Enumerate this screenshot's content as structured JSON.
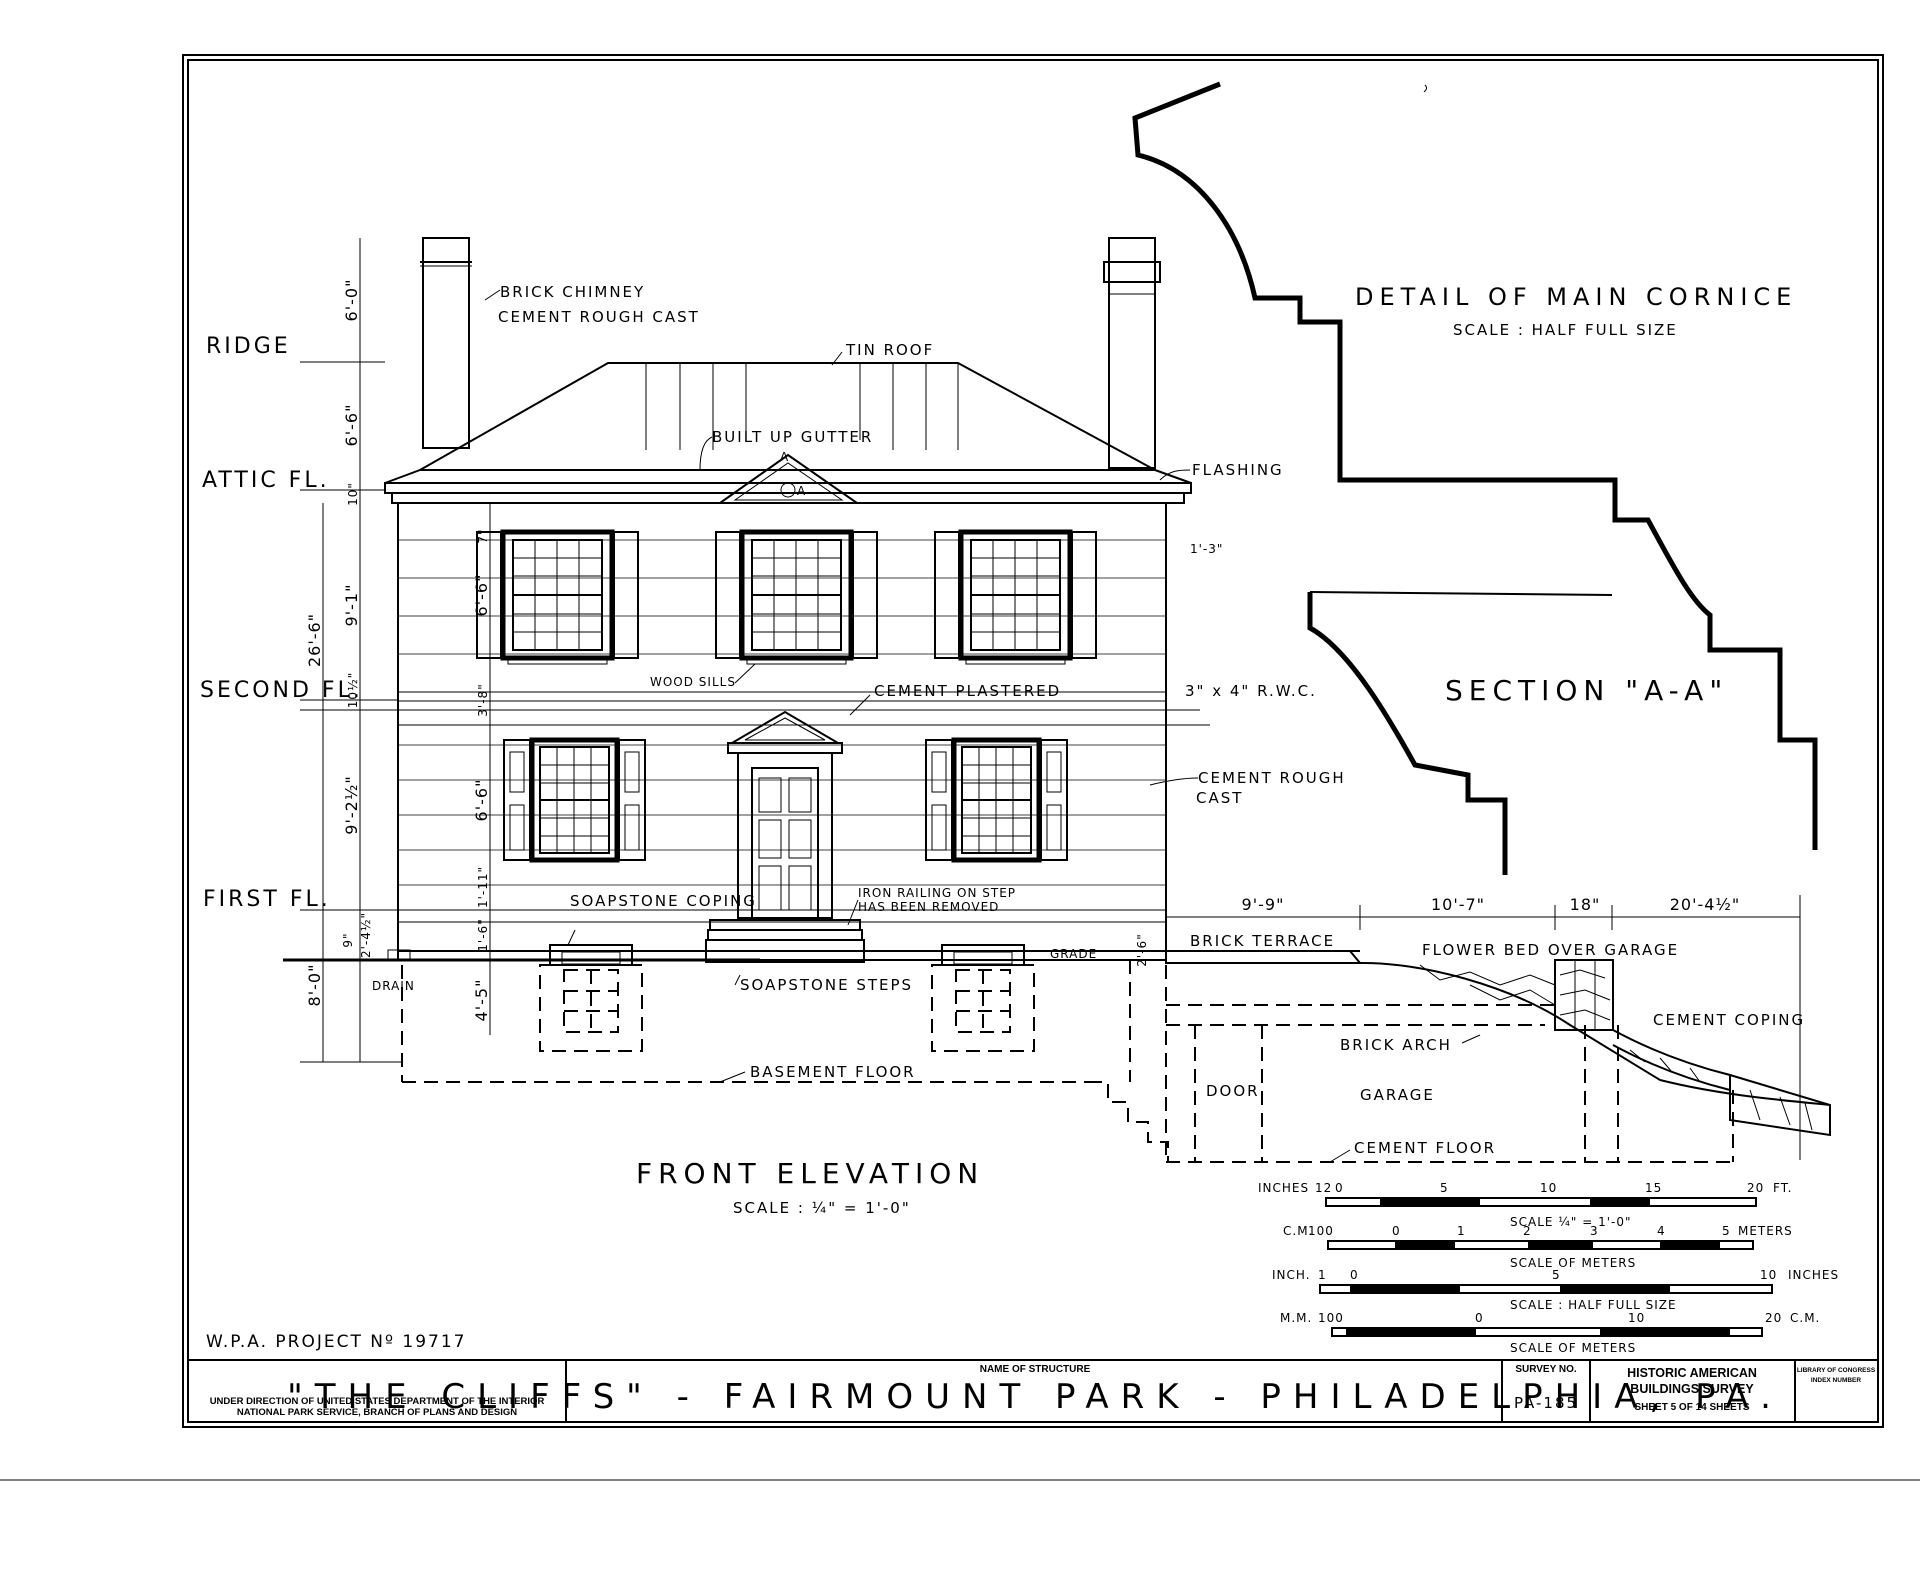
{
  "drawing": {
    "levels": {
      "ridge": "RIDGE",
      "attic": "ATTIC FL.",
      "second": "SECOND FL.",
      "first": "FIRST FL."
    },
    "dims": {
      "chimney": "6'-0\"",
      "roof": "6'-6\"",
      "attic": "10\"",
      "overall": "26'-6\"",
      "head2": "7\"",
      "win2": "6'-6\"",
      "story2": "9'-1\"",
      "floor2": "10½\"",
      "sill2": "3'-8\"",
      "story1": "9'-2½\"",
      "win1": "6'-6\"",
      "door_sill": "1'-11\"",
      "base_a": "9\"",
      "base_b": "2'-4½\"",
      "base_c": "1'-6\"",
      "basement": "4'-5\"",
      "foundation": "8'-0\"",
      "terrace_h": "2'-6\"",
      "overhang": "1'-3\"",
      "terrace": "9'-9\"",
      "flowerbed": "10'-7\"",
      "wall": "18\"",
      "slope": "20'-4½\""
    },
    "annotations": {
      "brick_chimney": "BRICK CHIMNEY",
      "chimney_cast": "CEMENT ROUGH CAST",
      "tin_roof": "TIN ROOF",
      "gutter": "BUILT UP GUTTER",
      "flashing": "FLASHING",
      "pediment": "A",
      "pediment_sub": "A",
      "wood_sills": "WOOD SILLS",
      "cement_plastered": "CEMENT PLASTERED",
      "rwc": "3\" x 4\" R.W.C.",
      "wall_cast1": "CEMENT ROUGH",
      "wall_cast2": "CAST",
      "soapstone_coping": "SOAPSTONE COPING",
      "iron_railing1": "IRON RAILING ON STEP",
      "iron_railing2": "HAS BEEN REMOVED",
      "grade": "GRADE",
      "drain": "DRAIN",
      "soapstone_steps": "SOAPSTONE STEPS",
      "basement_floor": "BASEMENT FLOOR",
      "brick_terrace": "BRICK TERRACE",
      "flower_bed": "FLOWER BED OVER GARAGE",
      "cement_coping": "CEMENT COPING",
      "brick_arch": "BRICK ARCH",
      "door": "DOOR",
      "garage": "GARAGE",
      "cement_floor": "CEMENT FLOOR"
    },
    "cornice": {
      "title": "DETAIL OF MAIN CORNICE",
      "scale": "SCALE : HALF FULL SIZE",
      "section": "SECTION \"A-A\""
    },
    "elevation": {
      "title": "FRONT ELEVATION",
      "scale": "SCALE : ¼\" = 1'-0\""
    },
    "scales": [
      {
        "left": "INCHES",
        "ticks": [
          "12",
          "0",
          "5",
          "10",
          "15",
          "20"
        ],
        "unit": "FT.",
        "caption": "SCALE ¼\" = 1'-0\""
      },
      {
        "left": "C.M.",
        "ticks": [
          "100",
          "0",
          "1",
          "2",
          "3",
          "4",
          "5"
        ],
        "unit": "METERS",
        "caption": "SCALE OF METERS"
      },
      {
        "left": "INCH.",
        "ticks": [
          "1",
          "0",
          "5",
          "10"
        ],
        "unit": "INCHES",
        "caption": "SCALE : HALF FULL SIZE"
      },
      {
        "left": "M.M.",
        "ticks": [
          "100",
          "0",
          "10",
          "20"
        ],
        "unit": "C.M.",
        "caption": "SCALE OF METERS"
      }
    ],
    "project": "W.P.A. PROJECT Nº 19717"
  },
  "title_block": {
    "direction_line1": "UNDER DIRECTION OF UNITED STATES DEPARTMENT OF THE INTERIOR",
    "direction_line2": "NATIONAL PARK SERVICE, BRANCH OF PLANS AND DESIGN",
    "name_label": "NAME OF STRUCTURE",
    "name": "\"THE CLIFFS\" - FAIRMOUNT PARK - PHILADELPHIA, PA.",
    "survey_label": "SURVEY NO.",
    "survey_no": "PA-185",
    "habs1": "HISTORIC AMERICAN",
    "habs2": "BUILDINGS SURVEY",
    "sheet": "SHEET 5 OF 14 SHEETS",
    "loc1": "LIBRARY OF CONGRESS",
    "loc2": "INDEX NUMBER"
  }
}
